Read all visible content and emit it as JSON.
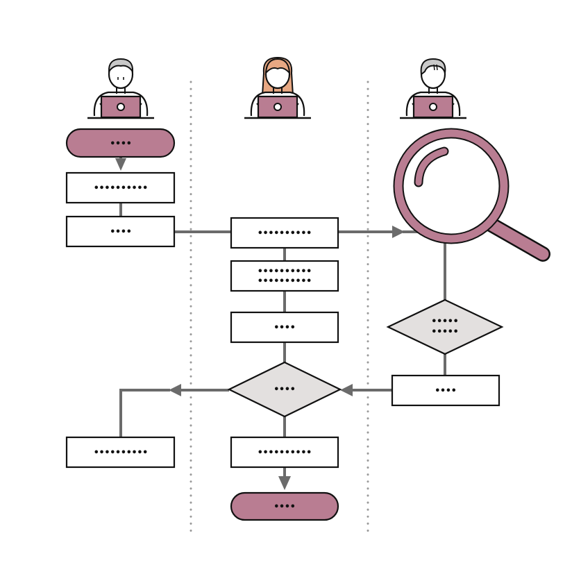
{
  "colors": {
    "accent": "#b97d92",
    "connector": "#6b6b6b",
    "outline": "#111111",
    "decision_fill": "#e3e0df",
    "divider": "#9a9a9a",
    "hair_gray": "#c9c9c9",
    "hair_orange": "#e8a883",
    "skin": "#ffffff"
  },
  "icons": [
    "person-laptop-icon",
    "magnifying-glass-icon"
  ],
  "lanes": [
    {
      "person": "person-gray-hair"
    },
    {
      "person": "person-long-orange-hair"
    },
    {
      "person": "person-gray-parted-hair"
    }
  ],
  "nodes": {
    "start": "••••",
    "lane1_step1": "••••••••••",
    "lane1_step2": "••••",
    "lane1_result": "••••••••••",
    "lane2_step1": "••••••••••",
    "lane2_step2_line1": "••••••••••",
    "lane2_step2_line2": "••••••••••",
    "lane2_step3": "••••",
    "lane2_decision": "••••",
    "lane2_step4": "••••••••••",
    "end": "••••",
    "lane3_decision_line1": "•••••",
    "lane3_decision_line2": "•••••",
    "lane3_step1": "••••"
  }
}
